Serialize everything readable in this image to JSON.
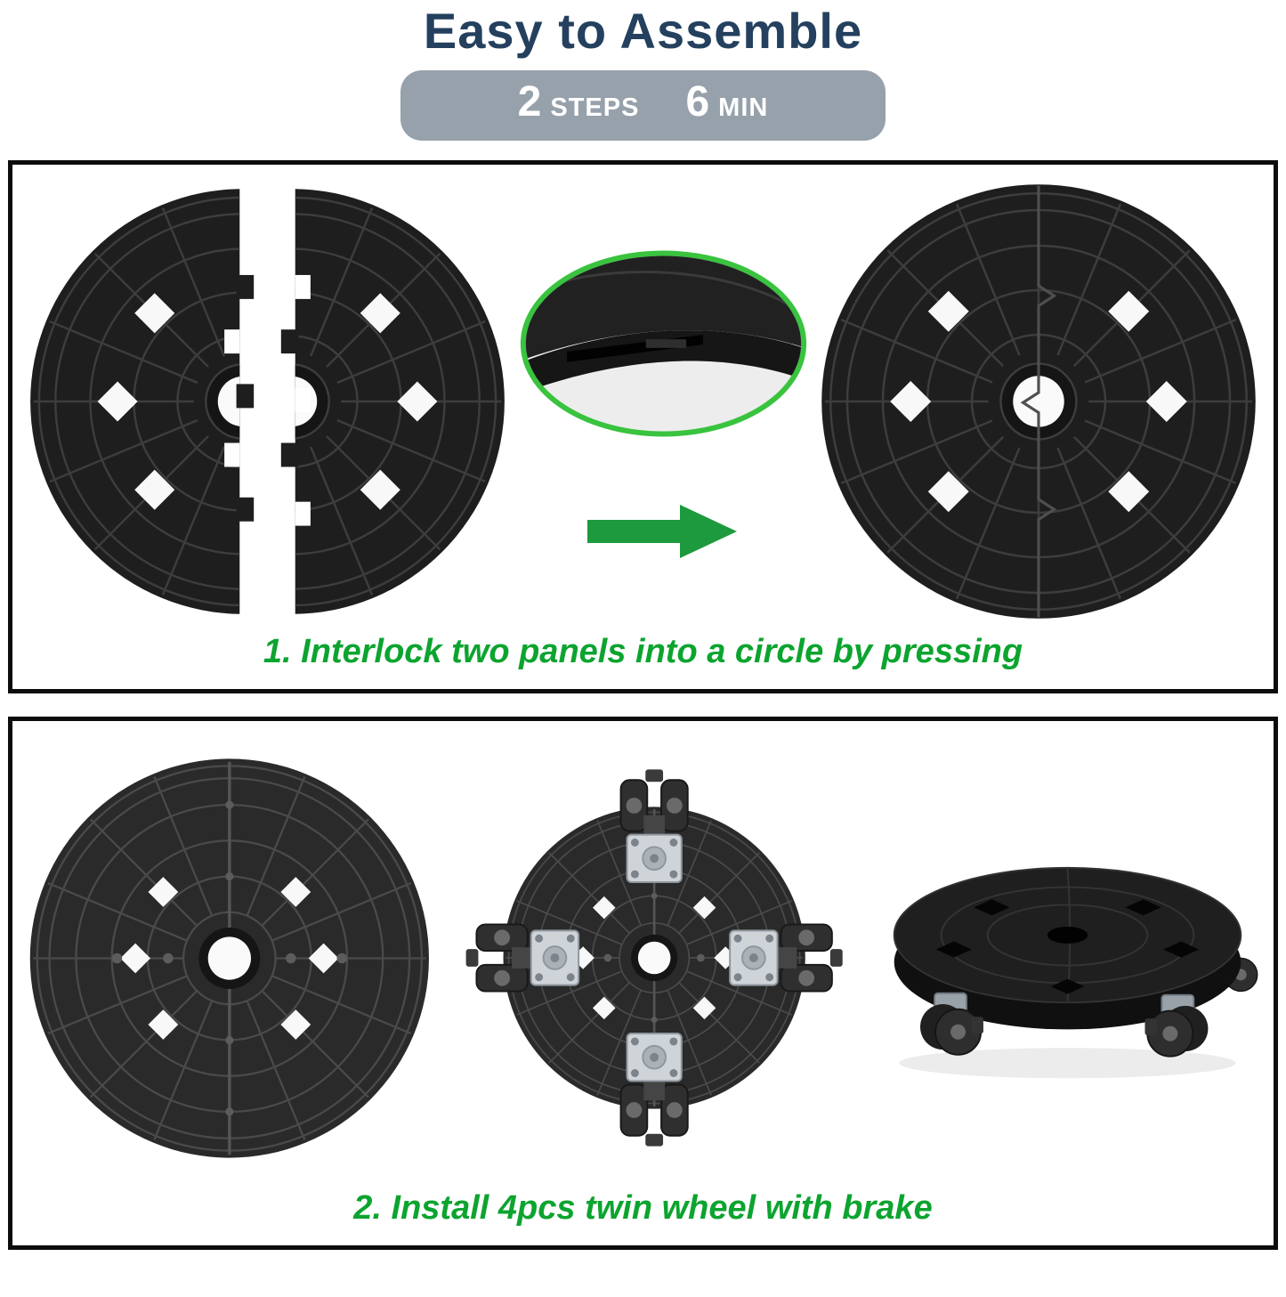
{
  "header": {
    "title": "Easy to Assemble",
    "badge": {
      "steps_value": "2",
      "steps_label": "STEPS",
      "time_value": "6",
      "time_label": "MIN"
    }
  },
  "steps": [
    {
      "caption": "1. Interlock two panels into a circle by pressing"
    },
    {
      "caption": "2. Install 4pcs twin wheel with brake"
    }
  ],
  "colors": {
    "title_navy": "#24405e",
    "badge_gray": "#97a1ab",
    "caption_green": "#0ca42f",
    "arrow_green": "#1c9a3d",
    "oval_outline_green": "#39c33e",
    "disc_black": "#1e1e1e"
  }
}
